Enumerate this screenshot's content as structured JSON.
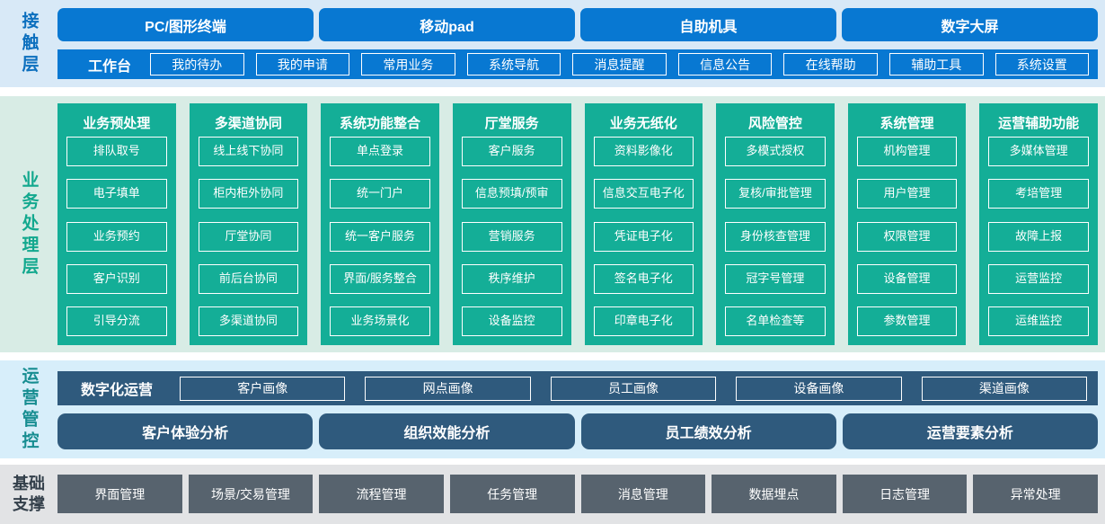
{
  "colors": {
    "primary_blue": "#0878d2",
    "teal_green": "#14ae97",
    "slate_blue": "#2f5a7d",
    "gray": "#57636e",
    "contact_bg": "#d8e9f7",
    "business_bg": "#d8ece5",
    "ops_bg": "#d7eefa",
    "base_bg": "#e2e3e5"
  },
  "contact_layer": {
    "label": "接触层",
    "terminals": [
      "PC/图形终端",
      "移动pad",
      "自助机具",
      "数字大屏"
    ],
    "workbench": {
      "label": "工作台",
      "items": [
        "我的待办",
        "我的申请",
        "常用业务",
        "系统导航",
        "消息提醒",
        "信息公告",
        "在线帮助",
        "辅助工具",
        "系统设置"
      ]
    }
  },
  "business_layer": {
    "label": "业务处理层",
    "columns": [
      {
        "title": "业务预处理",
        "items": [
          "排队取号",
          "电子填单",
          "业务预约",
          "客户识别",
          "引导分流"
        ]
      },
      {
        "title": "多渠道协同",
        "items": [
          "线上线下协同",
          "柜内柜外协同",
          "厅堂协同",
          "前后台协同",
          "多渠道协同"
        ]
      },
      {
        "title": "系统功能整合",
        "items": [
          "单点登录",
          "统一门户",
          "统一客户服务",
          "界面/服务整合",
          "业务场景化"
        ]
      },
      {
        "title": "厅堂服务",
        "items": [
          "客户服务",
          "信息预填/预审",
          "营销服务",
          "秩序维护",
          "设备监控"
        ]
      },
      {
        "title": "业务无纸化",
        "items": [
          "资料影像化",
          "信息交互电子化",
          "凭证电子化",
          "签名电子化",
          "印章电子化"
        ]
      },
      {
        "title": "风险管控",
        "items": [
          "多模式授权",
          "复核/审批管理",
          "身份核查管理",
          "冠字号管理",
          "名单检查等"
        ]
      },
      {
        "title": "系统管理",
        "items": [
          "机构管理",
          "用户管理",
          "权限管理",
          "设备管理",
          "参数管理"
        ]
      },
      {
        "title": "运营辅助功能",
        "items": [
          "多媒体管理",
          "考培管理",
          "故障上报",
          "运营监控",
          "运维监控"
        ]
      }
    ]
  },
  "ops_layer": {
    "label": "运营管控",
    "digital_ops": {
      "label": "数字化运营",
      "items": [
        "客户画像",
        "网点画像",
        "员工画像",
        "设备画像",
        "渠道画像"
      ]
    },
    "analysis": [
      "客户体验分析",
      "组织效能分析",
      "员工绩效分析",
      "运营要素分析"
    ]
  },
  "base_layer": {
    "label": "基础支撑",
    "items": [
      "界面管理",
      "场景/交易管理",
      "流程管理",
      "任务管理",
      "消息管理",
      "数据埋点",
      "日志管理",
      "异常处理"
    ]
  }
}
